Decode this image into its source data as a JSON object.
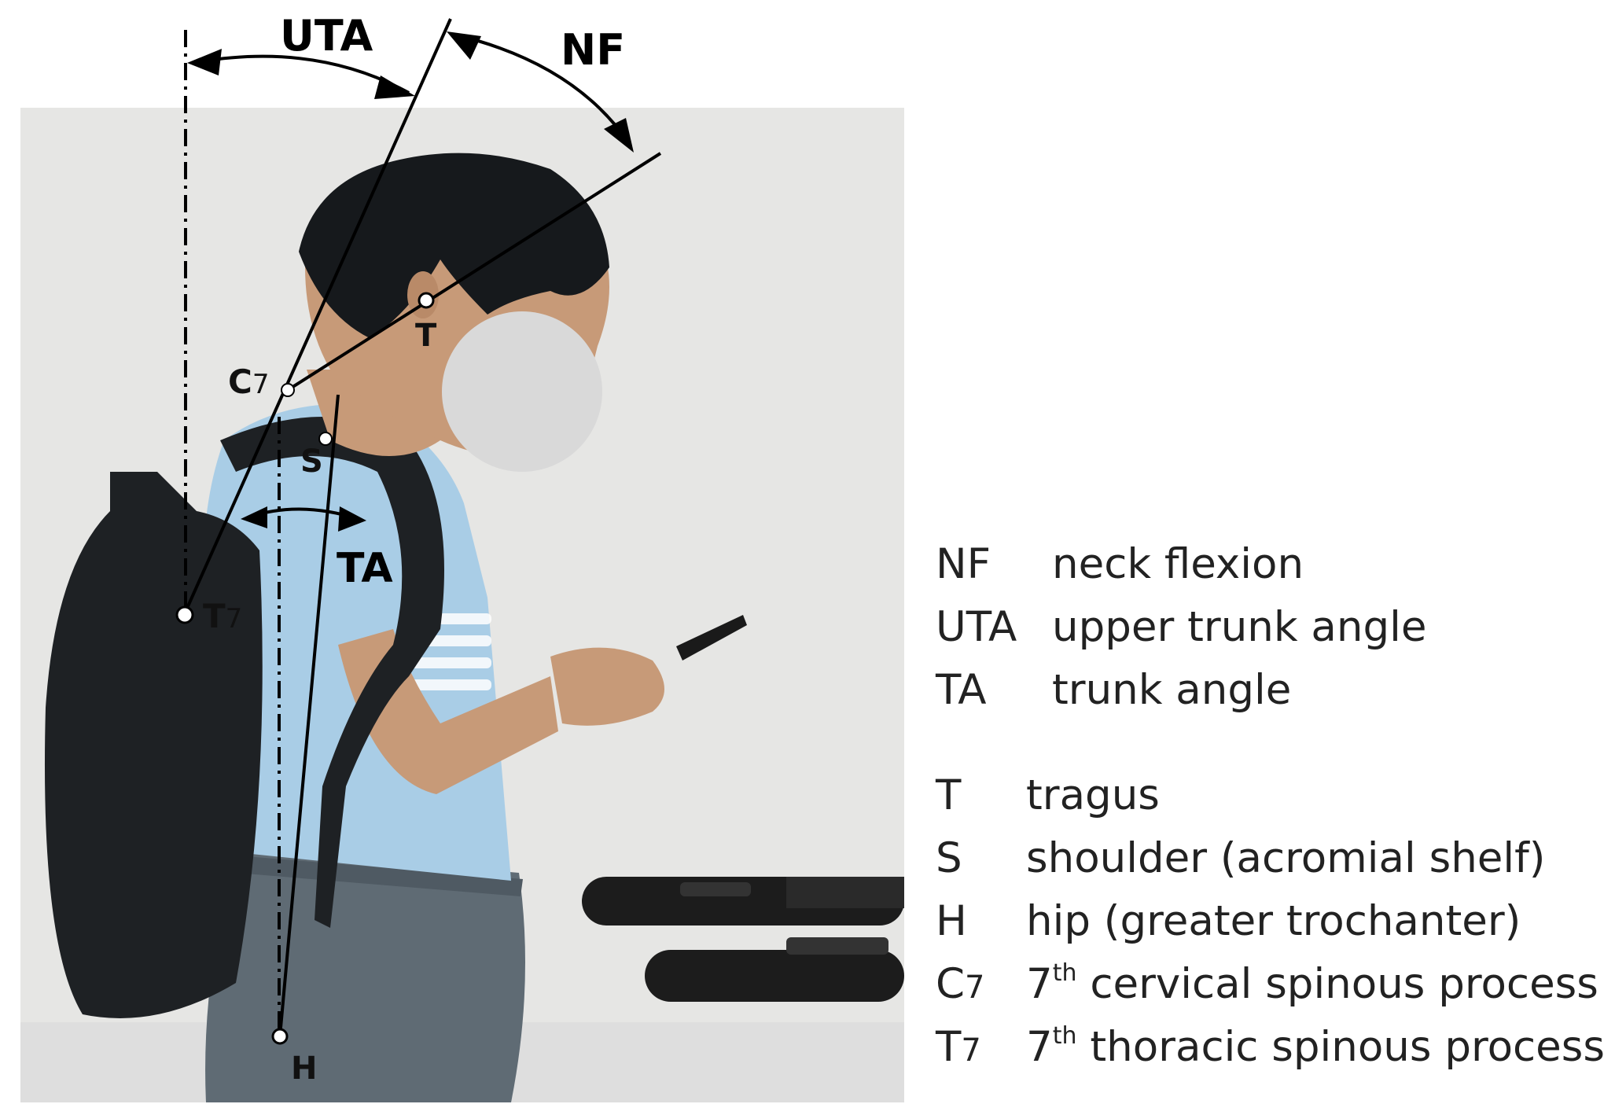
{
  "angles": {
    "uta": "UTA",
    "nf": "NF",
    "ta": "TA"
  },
  "points": {
    "t": "T",
    "s": "S",
    "c7_main": "C",
    "c7_sub": "7",
    "t7_main": "T",
    "t7_sub": "7",
    "h": "H"
  },
  "legend_angles": [
    {
      "abbr": "NF",
      "desc": "neck flexion"
    },
    {
      "abbr": "UTA",
      "desc": "upper trunk angle"
    },
    {
      "abbr": "TA",
      "desc": "trunk angle"
    }
  ],
  "legend_points": [
    {
      "abbr": "T",
      "desc": "tragus"
    },
    {
      "abbr": "S",
      "desc": "shoulder (acromial shelf)"
    },
    {
      "abbr": "H",
      "desc": "hip (greater trochanter)"
    },
    {
      "abbr_main": "C",
      "abbr_sub": "7",
      "ord_num": "7",
      "ord_sup": "th",
      "desc": "cervical spinous process"
    },
    {
      "abbr_main": "T",
      "abbr_sub": "7",
      "ord_num": "7",
      "ord_sup": "th",
      "desc": "thoracic spinous process"
    }
  ],
  "colors": {
    "wall": "#e6e6e4",
    "shirt": "#a9cde6",
    "pants": "#5f6b74",
    "backpack": "#1e2124",
    "hair": "#16191c",
    "skin": "#c79a78",
    "face_blur": "#d9d9d9"
  }
}
